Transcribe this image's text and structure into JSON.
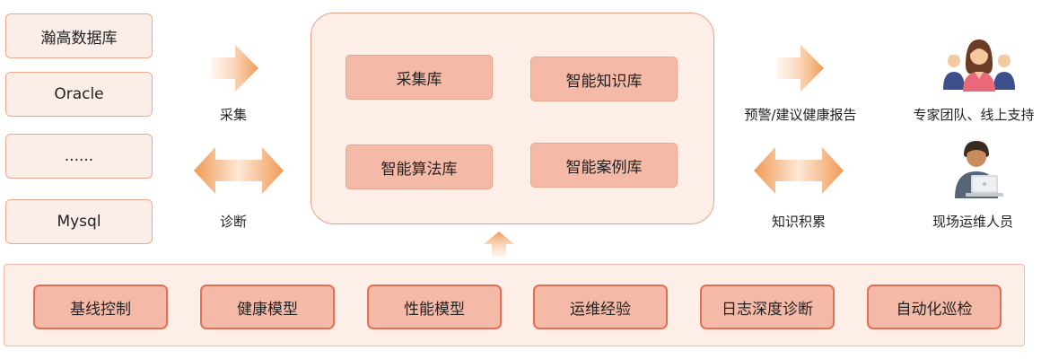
{
  "sources": [
    "瀚高数据库",
    "Oracle",
    "......",
    "Mysql"
  ],
  "left_labels": {
    "collect": "采集",
    "diagnose": "诊断"
  },
  "center_libraries": [
    "采集库",
    "智能知识库",
    "智能算法库",
    "智能案例库"
  ],
  "right_labels": {
    "report": "预警/建议健康报告",
    "accumulate": "知识积累",
    "expert_team": "专家团队、线上支持",
    "onsite_staff": "现场运维人员"
  },
  "bottom_items": [
    "基线控制",
    "健康模型",
    "性能模型",
    "运维经验",
    "日志深度诊断",
    "自动化巡检"
  ],
  "colors": {
    "box_fill": "#f5b9a8",
    "panel_fill": "#fdeee7",
    "border": "#e46f55",
    "arrow": "#f2a05a"
  },
  "icons": [
    "expert-team-icon",
    "onsite-staff-icon"
  ]
}
